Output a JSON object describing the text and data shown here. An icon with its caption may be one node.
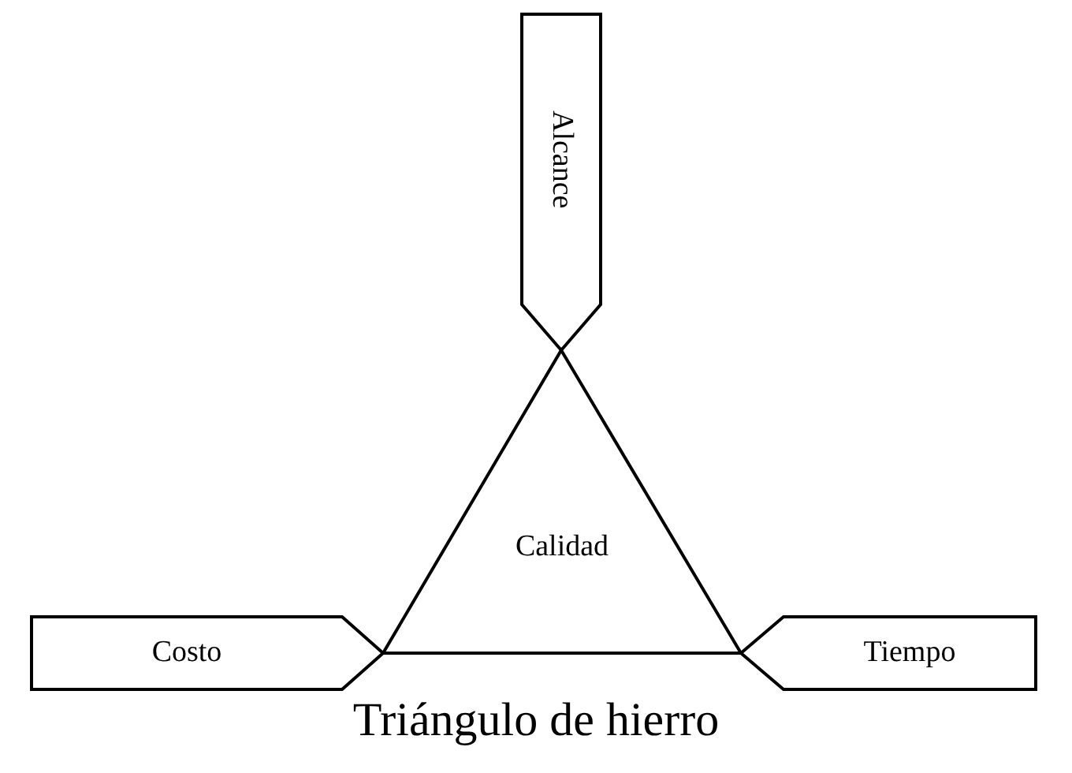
{
  "diagram": {
    "caption": "Triángulo de hierro",
    "nodes": [
      {
        "text": [
          "Alcance"
        ]
      },
      {
        "text": [
          "Calidad"
        ]
      },
      {
        "text": [
          "Costo"
        ]
      },
      {
        "text": [
          "Tiempo"
        ]
      }
    ]
  }
}
